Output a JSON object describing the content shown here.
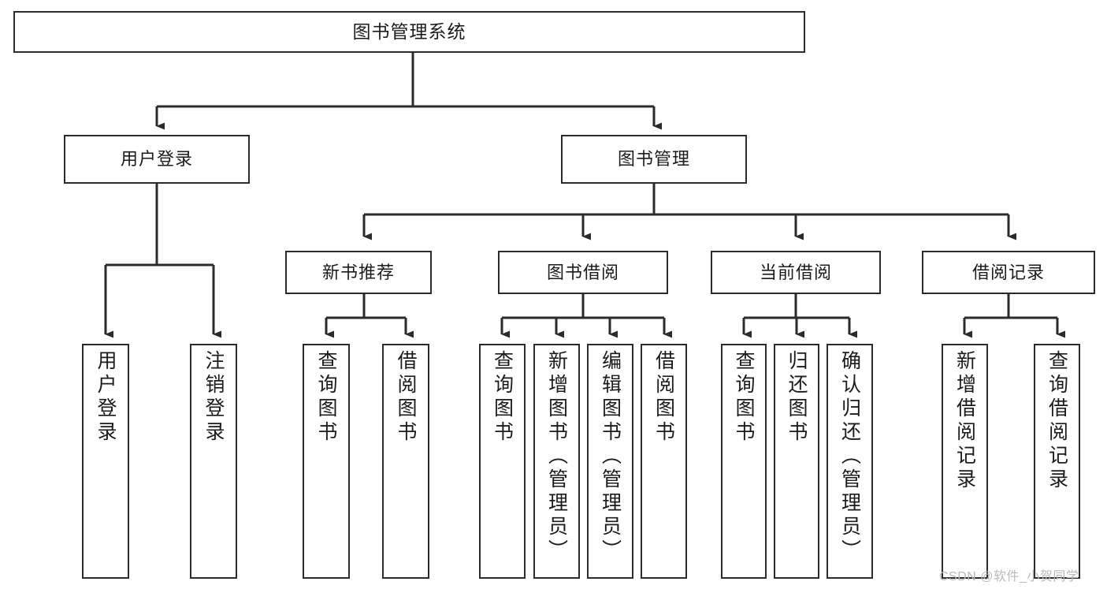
{
  "diagram": {
    "type": "tree",
    "title": "图书管理系统",
    "watermark": "CSDN @软件_小贺同学",
    "colors": {
      "box_border": "#2b2b2b",
      "box_fill": "#ffffff",
      "connector": "#2b2b2b",
      "text": "#1b1b1b",
      "watermark": "#b9b9b9",
      "background": "#ffffff"
    },
    "root": {
      "label": "图书管理系统"
    },
    "level2": [
      {
        "label": "用户登录"
      },
      {
        "label": "图书管理"
      }
    ],
    "level3": [
      {
        "label": "新书推荐"
      },
      {
        "label": "图书借阅"
      },
      {
        "label": "当前借阅"
      },
      {
        "label": "借阅记录"
      }
    ],
    "leaves": {
      "user_login": [
        {
          "label": "用户登录"
        },
        {
          "label": "注销登录"
        }
      ],
      "new_book_recommend": [
        {
          "label": "查询图书"
        },
        {
          "label": "借阅图书"
        }
      ],
      "book_borrow": [
        {
          "label": "查询图书"
        },
        {
          "label": "新增图书（管理员）"
        },
        {
          "label": "编辑图书（管理员）"
        },
        {
          "label": "借阅图书"
        }
      ],
      "current_borrow": [
        {
          "label": "查询图书"
        },
        {
          "label": "归还图书"
        },
        {
          "label": "确认归还（管理员）"
        }
      ],
      "borrow_record": [
        {
          "label": "新增借阅记录"
        },
        {
          "label": "查询借阅记录"
        }
      ]
    }
  }
}
